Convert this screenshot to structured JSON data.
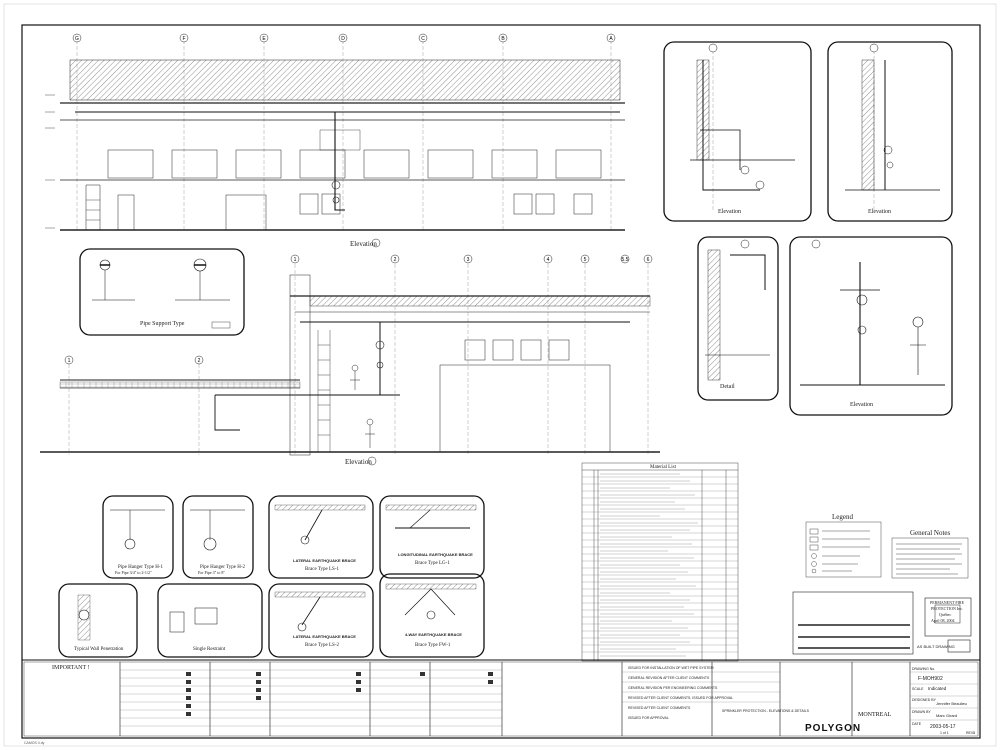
{
  "sheet": {
    "frame_label": "CAMOS 4.dy",
    "grid_top": [
      "G",
      "F",
      "E",
      "D",
      "C",
      "B",
      "A"
    ],
    "grid_mid": [
      "1",
      "2",
      "3",
      "4",
      "5",
      "5.5",
      "6"
    ],
    "grid_mid_left": [
      "1",
      "2"
    ]
  },
  "views": {
    "elevation_top": "Elevation",
    "elevation_mid": "Elevation",
    "elevation_r1": "Elevation",
    "elevation_r2": "Elevation",
    "elevation_r3": "Elevation",
    "detail_r": "Detail",
    "pipe_support": "Pipe Support Type",
    "hanger1": "Pipe Hanger Type H-1",
    "hanger1_sub": "For Pipe 3/4\" to 2-1/2\"",
    "hanger2": "Pipe Hanger Type H-2",
    "hanger2_sub": "For Pipe 3\" to 8\"",
    "brace1": "Brace Type LS-1",
    "brace1_title": "LATERAL EARTHQUAKE BRACE",
    "brace2": "Brace Type LG-1",
    "brace2_title": "LONGITUDINAL EARTHQUAKE BRACE",
    "brace3": "Brace Type LS-2",
    "brace3_title": "LATERAL EARTHQUAKE BRACE",
    "brace4": "Brace Type FW-1",
    "brace4_title": "4-WAY EARTHQUAKE BRACE",
    "wall_pen": "Typical Wall Penetration",
    "single_rest": "Single Restraint"
  },
  "materials": {
    "title": "Material List"
  },
  "legend": {
    "title": "Legend"
  },
  "notes": {
    "title": "General Notes"
  },
  "important": {
    "title": "IMPORTANT !"
  },
  "stamp": {
    "line1": "PERMANENT FIRE",
    "line2": "PROTECTION Inc.",
    "line3": "Québec",
    "line4": "April 08, 2004",
    "as_built": "AS BUILT DRAWING"
  },
  "revisions": [
    "ISSUED FOR INSTALLATION OF WET PIPE SYSTEM",
    "GENERAL REVISION AFTER CLIENT COMMENTS",
    "GENERAL REVISION PER ENGINEERING COMMENTS",
    "REVISED AFTER CLIENT COMMENTS, ISSUED FOR APPROVAL",
    "REVISED AFTER CLIENT COMMENTS",
    "ISSUED FOR APPROVAL"
  ],
  "titleblock": {
    "firm": "POLYGON",
    "city": "MONTREAL",
    "drawing_no_label": "DRAWING No.",
    "drawing_no": "F-MOH902",
    "scale_label": "SCALE",
    "scale": "Indicated",
    "designed_label": "DESIGNED BY",
    "designed": "Jennifer Beaulieu",
    "drawn_label": "DRAWN BY",
    "drawn": "Marc Girard",
    "date_label": "DATE",
    "date": "2003-05-17",
    "subject": "SPRINKLER PROTECTION - ELEVATIONS & DETAILS",
    "sheet": "1 of 1",
    "rev_label": "REV.",
    "rev": "5"
  }
}
